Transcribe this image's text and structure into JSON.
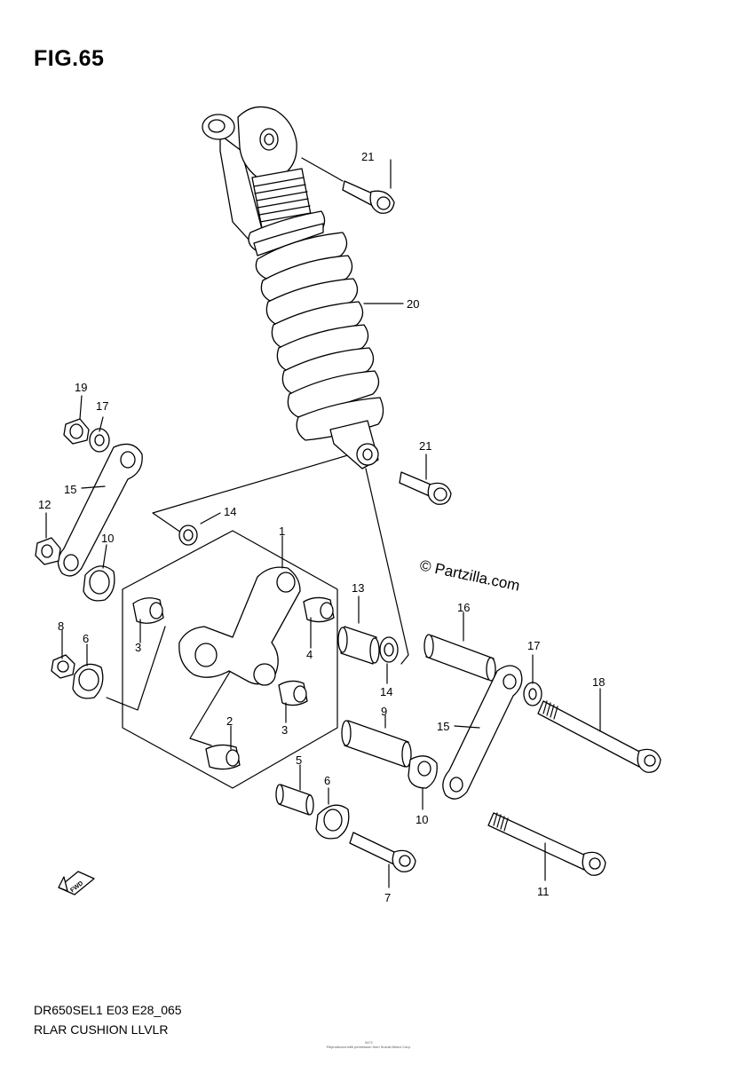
{
  "figure": {
    "title": "FIG.65",
    "code": "DR650SEL1 E03 E28_065",
    "name": "RLAR CUSHION LLVLR",
    "watermark": "© Partzilla.com",
    "fwd_label": "FWD",
    "footnote_id": "0471",
    "footnote_text": "Reproduced with permission from Suzuki Motor Corp."
  },
  "callouts": [
    {
      "id": "c21a",
      "label": "21"
    },
    {
      "id": "c20",
      "label": "20"
    },
    {
      "id": "c19",
      "label": "19"
    },
    {
      "id": "c17a",
      "label": "17"
    },
    {
      "id": "c21b",
      "label": "21"
    },
    {
      "id": "c15a",
      "label": "15"
    },
    {
      "id": "c12",
      "label": "12"
    },
    {
      "id": "c14a",
      "label": "14"
    },
    {
      "id": "c10a",
      "label": "10"
    },
    {
      "id": "c1",
      "label": "1"
    },
    {
      "id": "c13",
      "label": "13"
    },
    {
      "id": "c16",
      "label": "16"
    },
    {
      "id": "c17b",
      "label": "17"
    },
    {
      "id": "c18",
      "label": "18"
    },
    {
      "id": "c8",
      "label": "8"
    },
    {
      "id": "c6a",
      "label": "6"
    },
    {
      "id": "c3a",
      "label": "3"
    },
    {
      "id": "c4",
      "label": "4"
    },
    {
      "id": "c14b",
      "label": "14"
    },
    {
      "id": "c3b",
      "label": "3"
    },
    {
      "id": "c9",
      "label": "9"
    },
    {
      "id": "c15b",
      "label": "15"
    },
    {
      "id": "c2",
      "label": "2"
    },
    {
      "id": "c5",
      "label": "5"
    },
    {
      "id": "c6b",
      "label": "6"
    },
    {
      "id": "c10b",
      "label": "10"
    },
    {
      "id": "c7",
      "label": "7"
    },
    {
      "id": "c11",
      "label": "11"
    }
  ]
}
